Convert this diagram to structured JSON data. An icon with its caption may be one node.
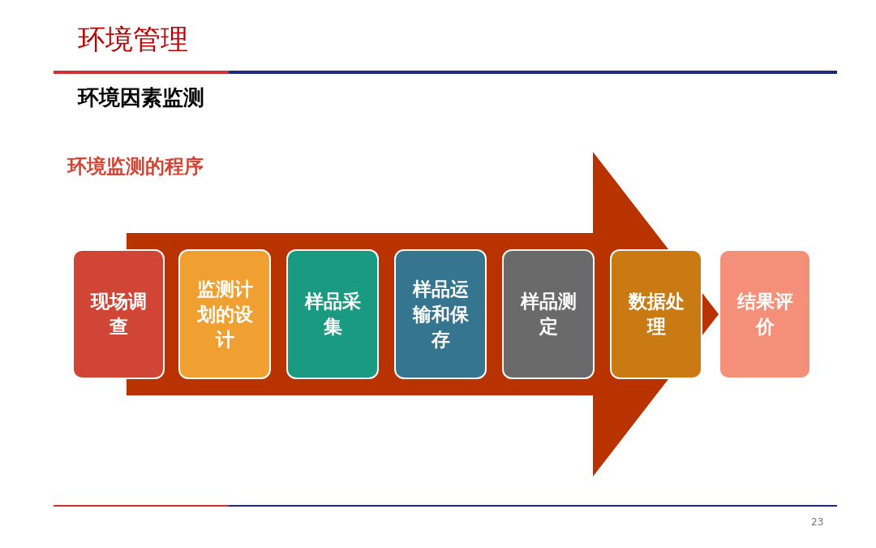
{
  "diagram": {
    "title": "环境管理",
    "nodes": [
      {
        "text": [
          "现场调查"
        ]
      },
      {
        "text": [
          "监测计划的设计"
        ]
      },
      {
        "text": [
          "样品采集"
        ]
      },
      {
        "text": [
          "样品运输和保存"
        ]
      },
      {
        "text": [
          "样品测定"
        ]
      },
      {
        "text": [
          "数据处理"
        ]
      },
      {
        "text": [
          "结果评价"
        ]
      }
    ],
    "edges": [
      {
        "from": 0,
        "to": 6,
        "arrow": "to"
      }
    ],
    "labels": [
      "环境因素监测",
      "环境监测的程序",
      "23"
    ]
  }
}
